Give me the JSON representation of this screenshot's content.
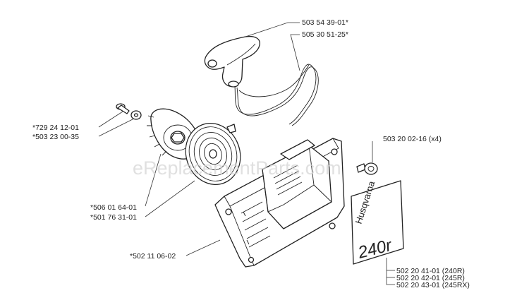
{
  "labels": {
    "handle_part": "503 54 39-01*",
    "rope_part": "505 30 51-25*",
    "screw_part": "*729 24 12-01",
    "washer_part": "*503 23 00-35",
    "screws_right": "503 20 02-16 (x4)",
    "pulley_part": "*506 01 64-01",
    "spring_part": "*501 76 31-01",
    "cover_part": "*502 11 06-02",
    "decal_240r": "502 20 41-01 (240R)",
    "decal_245r": "502 20 42-01 (245R)",
    "decal_245rx": "502 20 43-01 (245RX)"
  },
  "decal": {
    "brand": "Husqvarna",
    "model": "240r"
  },
  "watermark": "eReplacementParts.com"
}
